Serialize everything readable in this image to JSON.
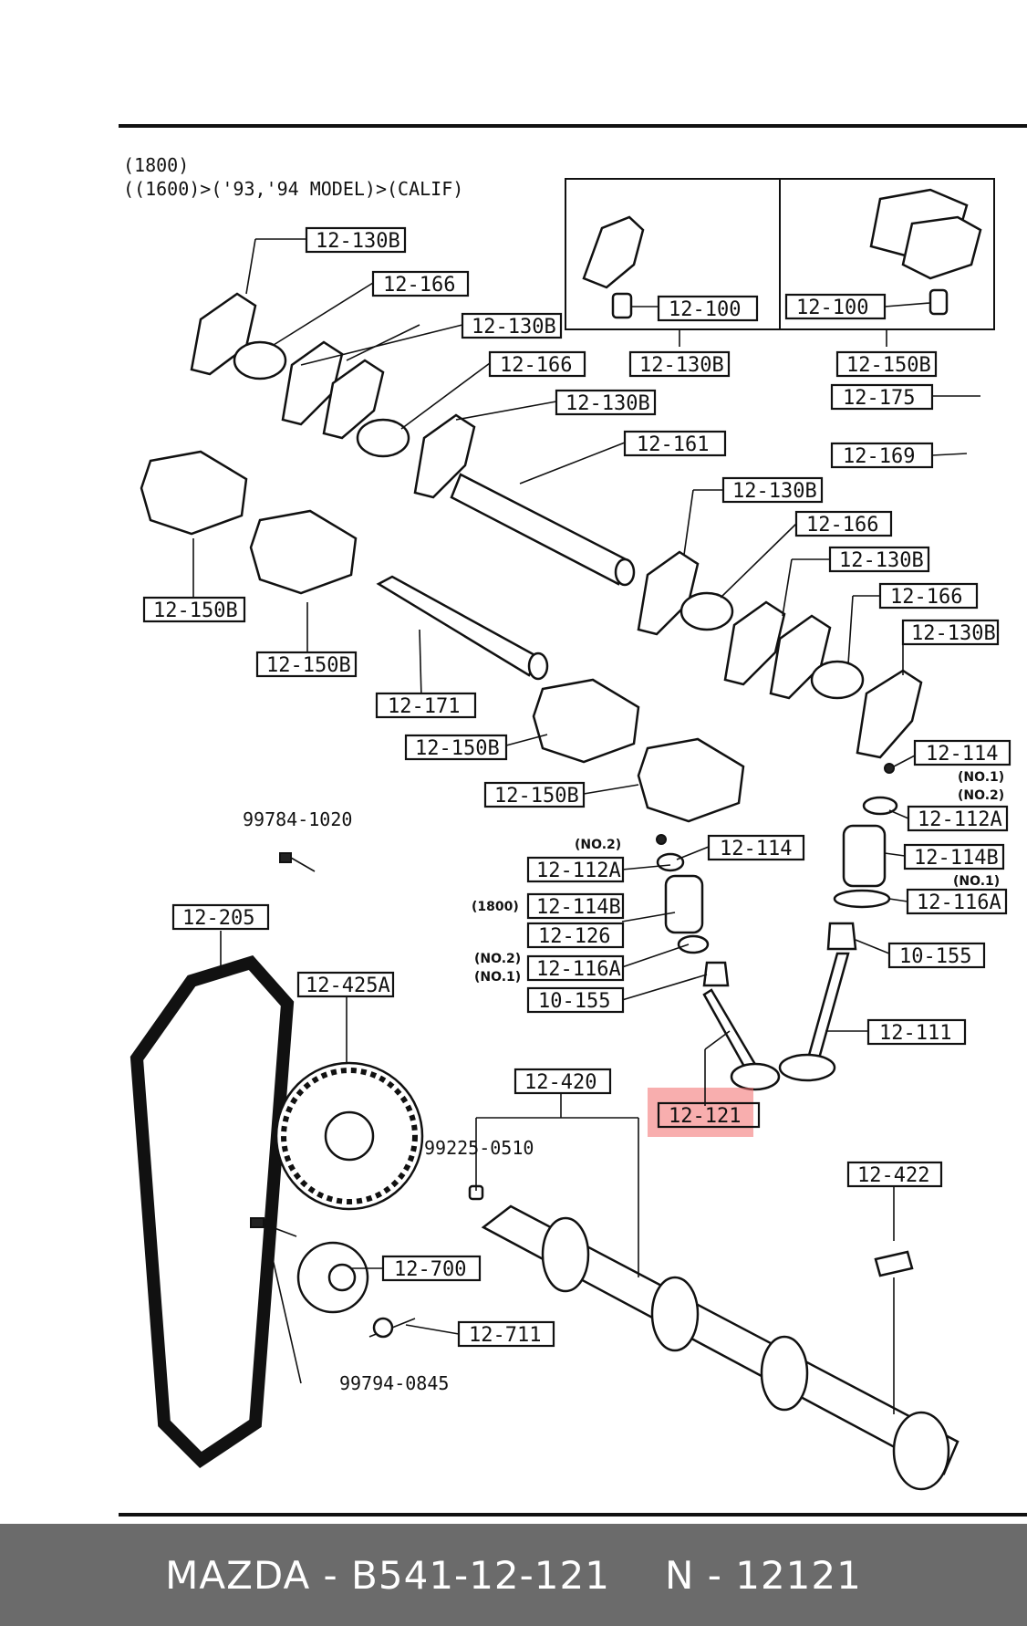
{
  "header": {
    "line1": "(1800)",
    "line2": "((1600)>('93,'94 MODEL)>(CALIF)"
  },
  "labels": {
    "r12_130b_a": "12-130B",
    "r12_166_a": "12-166",
    "r12_130b_b": "12-130B",
    "r12_166_b": "12-166",
    "r12_130b_c": "12-130B",
    "r12_161": "12-161",
    "r12_100_a": "12-100",
    "r12_100_b": "12-100",
    "r12_130b_inset": "12-130B",
    "r12_150b_inset": "12-150B",
    "r12_175": "12-175",
    "r12_169": "12-169",
    "r12_130b_d": "12-130B",
    "r12_166_c": "12-166",
    "r12_130b_e": "12-130B",
    "r12_166_d": "12-166",
    "r12_130b_f": "12-130B",
    "r12_150b_a": "12-150B",
    "r12_150b_b": "12-150B",
    "r12_171": "12-171",
    "r12_150b_c": "12-150B",
    "r12_150b_d": "12-150B",
    "r12_114_r": "12-114",
    "r12_112a_r": "12-112A",
    "r12_114b_r": "12-114B",
    "r12_116a_r": "12-116A",
    "r10_155_r": "10-155",
    "r12_111": "12-111",
    "r12_114_l": "12-114",
    "r12_112a_l": "12-112A",
    "r12_114b_l": "12-114B",
    "r12_126": "12-126",
    "r12_116a_l": "12-116A",
    "r10_155_l": "10-155",
    "r12_121": "12-121",
    "r12_420": "12-420",
    "r12_422": "12-422",
    "r12_205": "12-205",
    "r12_425a": "12-425A",
    "r12_700": "12-700",
    "r12_711": "12-711"
  },
  "plain_labels": {
    "p99784": "99784-1020",
    "p99225": "99225-0510",
    "p99794": "99794-0845"
  },
  "notes": {
    "no1_r1": "(NO.1)",
    "no2_r": "(NO.2)",
    "no1_r2": "(NO.1)",
    "no2_l1": "(NO.2)",
    "f1800": "(1800)",
    "no2_l2": "(NO.2)",
    "no1_l": "(NO.1)"
  },
  "highlight": {
    "target": "12-121",
    "color": "#f26b6b"
  },
  "footer": {
    "part_number": "MAZDA - B541-12-121",
    "code": "N - 12121"
  }
}
